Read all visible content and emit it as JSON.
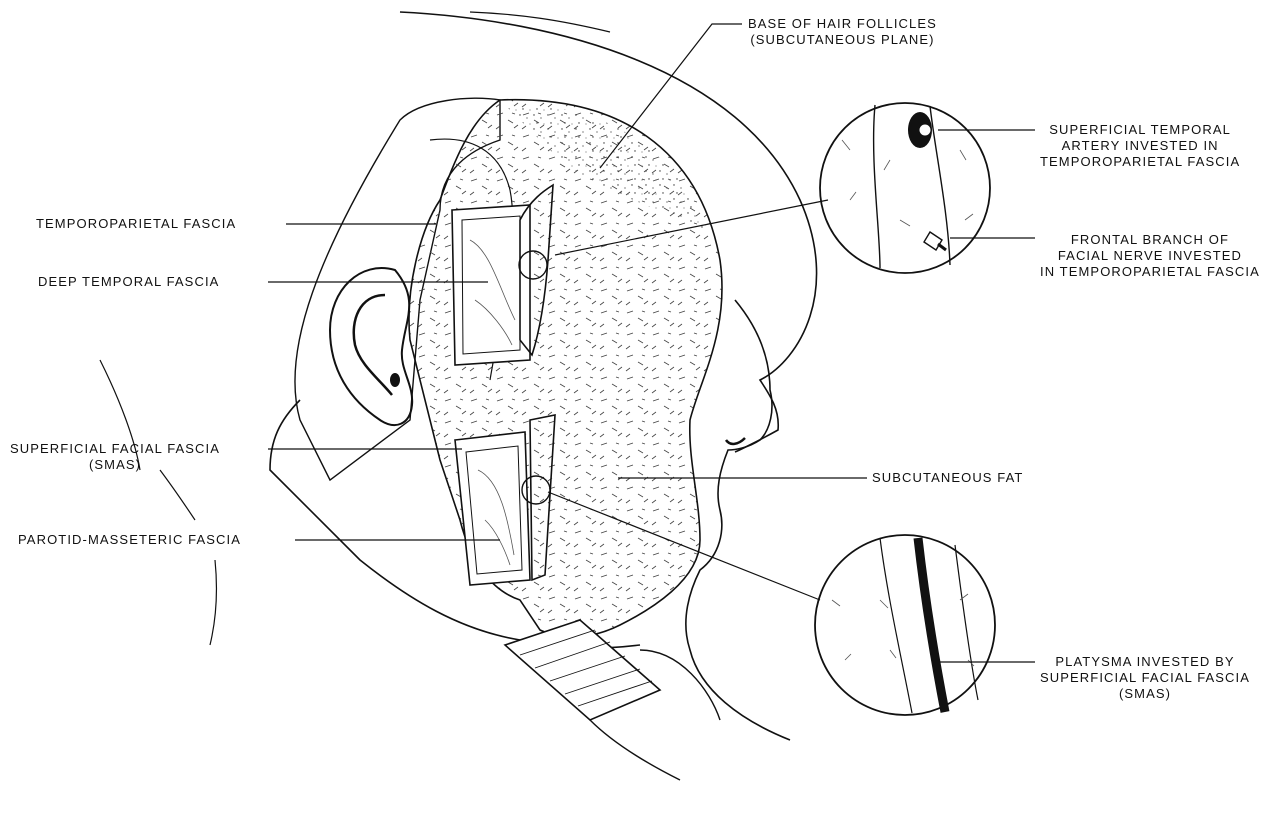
{
  "labels": {
    "base_hair_follicles": [
      "BASE OF HAIR FOLLICLES",
      "(SUBCUTANEOUS PLANE)"
    ],
    "temporoparietal_fascia": [
      "TEMPOROPARIETAL FASCIA"
    ],
    "deep_temporal_fascia": [
      "DEEP TEMPORAL FASCIA"
    ],
    "superficial_facial_fascia": [
      "SUPERFICIAL FACIAL FASCIA",
      "(SMAS)"
    ],
    "parotid_masseteric_fascia": [
      "PAROTID-MASSETERIC FASCIA"
    ],
    "subcutaneous_fat": [
      "SUBCUTANEOUS FAT"
    ],
    "superficial_temporal_artery": [
      "SUPERFICIAL TEMPORAL",
      "ARTERY INVESTED IN",
      "TEMPOROPARIETAL FASCIA"
    ],
    "frontal_branch_facial_nerve": [
      "FRONTAL BRANCH OF",
      "FACIAL NERVE INVESTED",
      "IN TEMPOROPARIETAL FASCIA"
    ],
    "platysma": [
      "PLATYSMA INVESTED BY",
      "SUPERFICIAL FACIAL FASCIA",
      "(SMAS)"
    ]
  }
}
